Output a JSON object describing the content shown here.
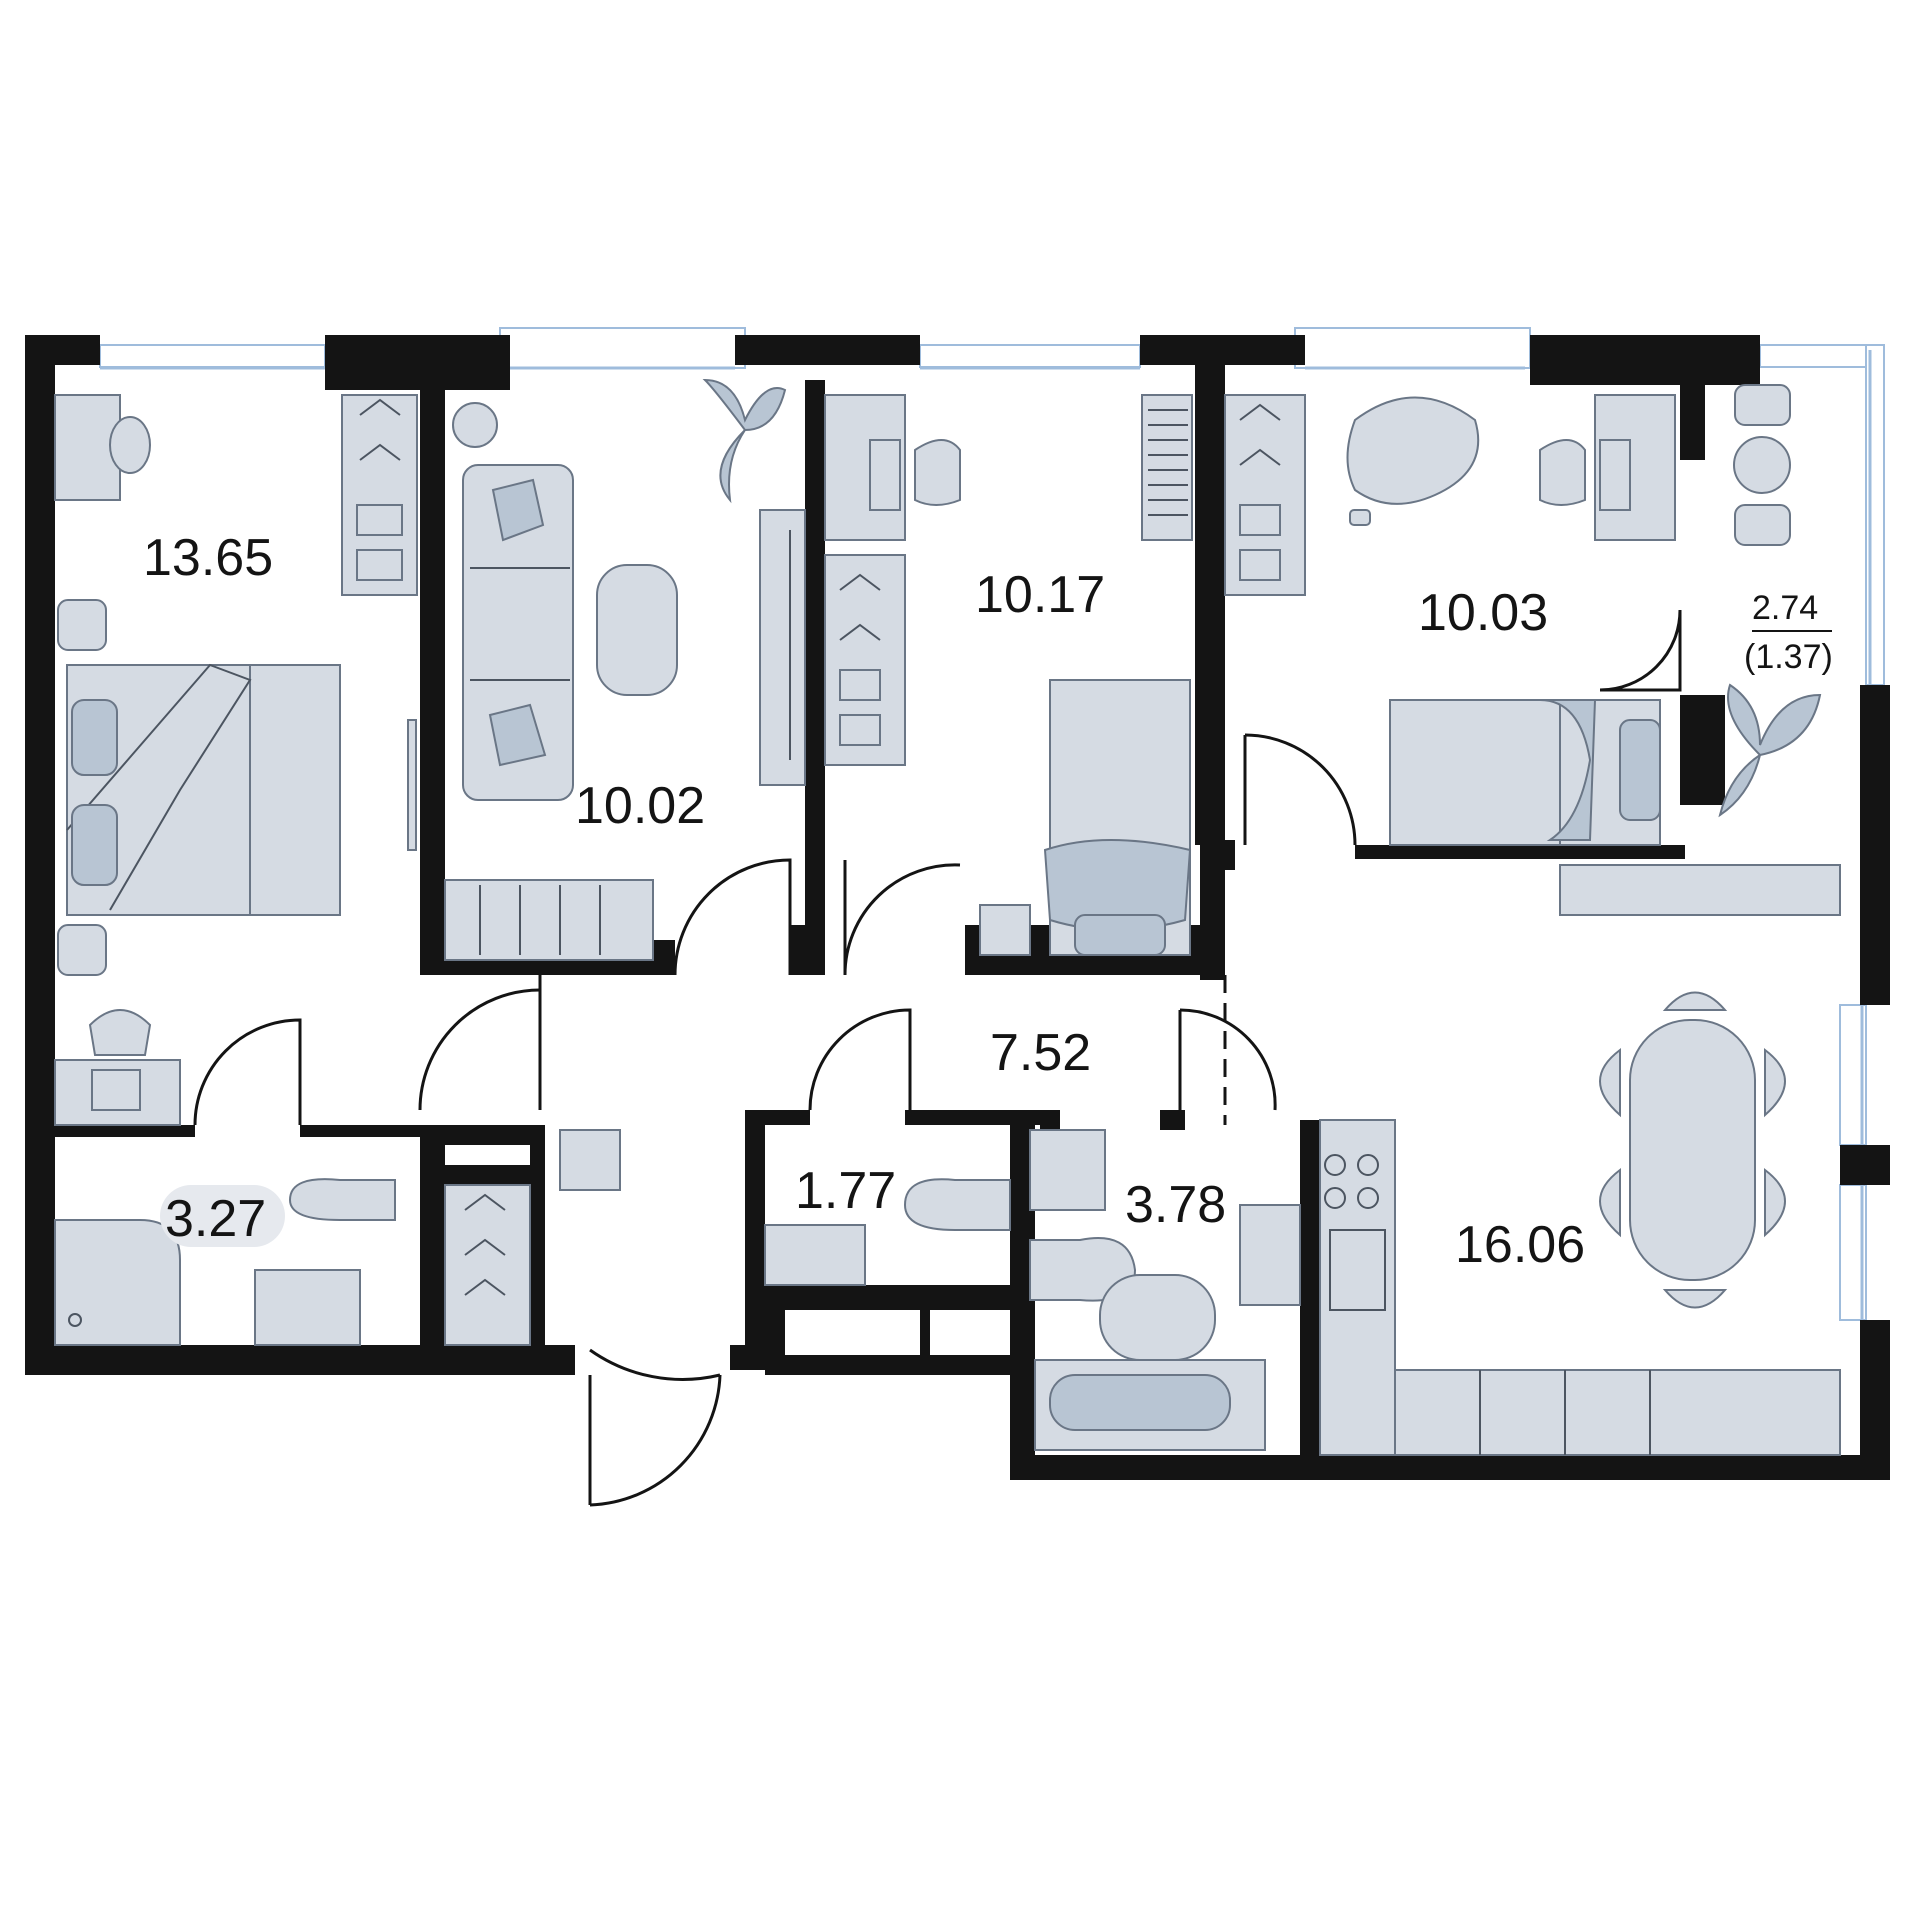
{
  "rooms": {
    "bedroom_left": {
      "area": "13.65"
    },
    "living": {
      "area": "10.02"
    },
    "bedroom_mid": {
      "area": "10.17"
    },
    "bedroom_right": {
      "area": "10.03"
    },
    "balcony": {
      "area": "2.74",
      "area_reduced": "(1.37)"
    },
    "bathroom_left": {
      "area": "3.27"
    },
    "hall": {
      "area": "7.52"
    },
    "wc": {
      "area": "1.77"
    },
    "bathroom": {
      "area": "3.78"
    },
    "kitchen": {
      "area": "16.06"
    }
  },
  "colors": {
    "wall": "#141414",
    "window": "#9fbcdc",
    "furniture": "#d5dbe3",
    "furniture_accent": "#b8c5d3"
  },
  "icons": [
    "bed-icon",
    "sofa-icon",
    "desk-icon",
    "chair-icon",
    "wardrobe-icon",
    "plant-icon",
    "toilet-icon",
    "sink-icon",
    "bathtub-icon",
    "shower-icon",
    "stove-icon",
    "dining-table-icon",
    "armchair-icon",
    "washing-machine-icon",
    "robot-vacuum-icon"
  ]
}
